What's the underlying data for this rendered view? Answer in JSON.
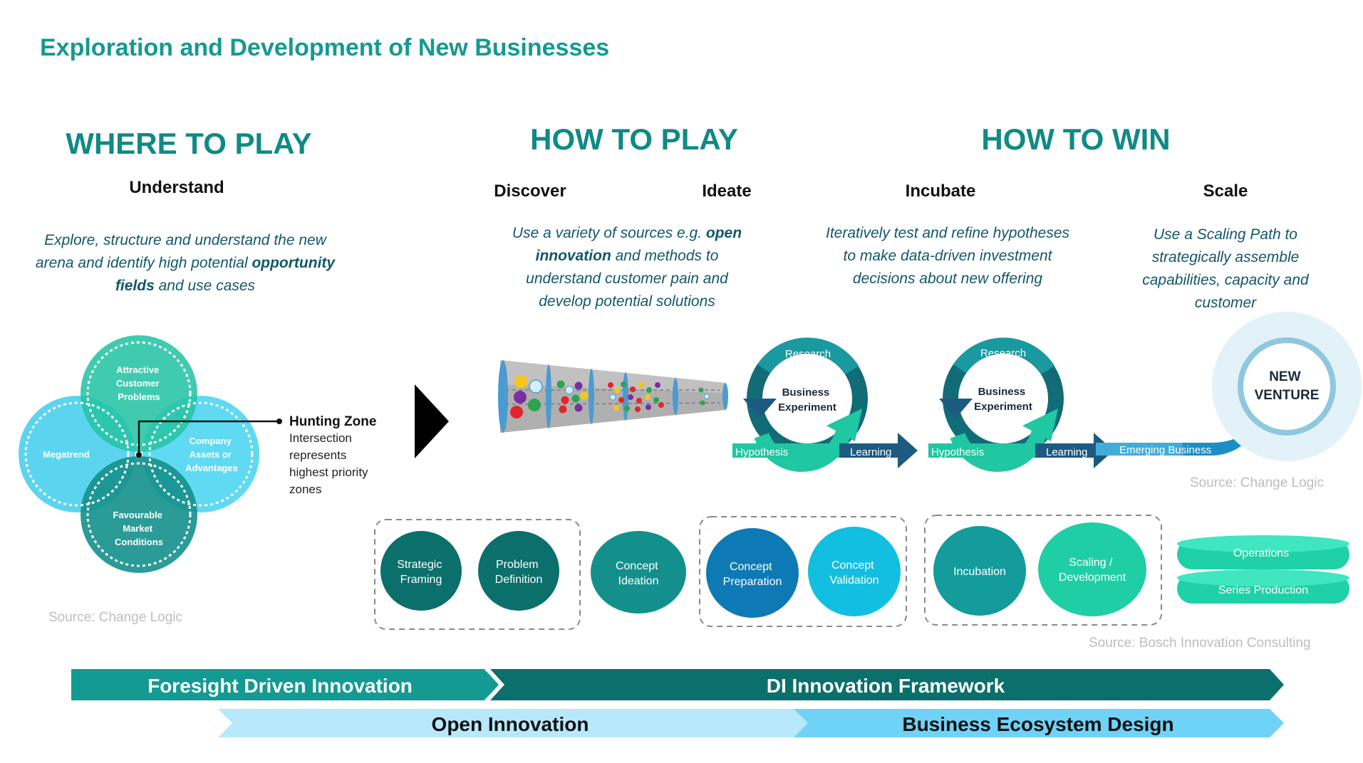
{
  "title": "Exploration and Development of New Businesses",
  "phases": {
    "where_to_play": "WHERE TO PLAY",
    "how_to_play": "HOW TO PLAY",
    "how_to_win": "HOW TO WIN"
  },
  "steps": {
    "understand": "Understand",
    "discover": "Discover",
    "ideate": "Ideate",
    "incubate": "Incubate",
    "scale": "Scale"
  },
  "descriptions": {
    "understand": {
      "line1": "Explore, structure and understand the new",
      "line2a": "arena and identify high potential ",
      "line2b": "opportunity",
      "line3a": "fields",
      "line3b": " and use cases"
    },
    "discover": {
      "line1a": "Use a variety of sources e.g. ",
      "line1b": "open",
      "line2a": "innovation",
      "line2b": " and methods to",
      "line3": "understand customer pain and",
      "line4": "develop potential solutions"
    },
    "incubate": {
      "line1": "Iteratively test and refine hypotheses",
      "line2": "to make data-driven investment",
      "line3": "decisions about new offering"
    },
    "scale": {
      "line1": "Use a Scaling Path to",
      "line2": "strategically assemble",
      "line3": "capabilities, capacity and",
      "line4": "customer"
    }
  },
  "venn": {
    "top": [
      "Attractive",
      "Customer",
      "Problems"
    ],
    "left": "Megatrend",
    "right": [
      "Company",
      "Assets or",
      "Advantages"
    ],
    "bottom": [
      "Favourable",
      "Market",
      "Conditions"
    ]
  },
  "hunting_zone": {
    "title": "Hunting Zone",
    "lines": [
      "Intersection",
      "represents",
      "highest priority",
      "zones"
    ]
  },
  "cycle": {
    "research": "Research",
    "center": [
      "Business",
      "Experiment"
    ],
    "hypothesis": "Hypothesis",
    "learning": "Learning"
  },
  "emerging_business": "Emerging Business",
  "new_venture": [
    "NEW",
    "VENTURE"
  ],
  "sources": {
    "venn": "Source: Change Logic",
    "venture": "Source: Change Logic",
    "bosch": "Source: Bosch Innovation Consulting"
  },
  "stages": [
    [
      "Strategic",
      "Framing"
    ],
    [
      "Problem",
      "Definition"
    ],
    [
      "Concept",
      "Ideation"
    ],
    [
      "Concept",
      "Preparation"
    ],
    [
      "Concept",
      "Validation"
    ],
    [
      "Incubation"
    ],
    [
      "Scaling /",
      "Development"
    ]
  ],
  "ops": {
    "operations": "Operations",
    "series": "Series Production"
  },
  "bands": {
    "foresight": "Foresight Driven Innovation",
    "di": "DI Innovation Framework",
    "open": "Open Innovation",
    "ecosystem": "Business Ecosystem Design"
  },
  "colors": {
    "teal_title": "#139a93",
    "dark_teal": "#0b6f6b",
    "mid_teal": "#14908c",
    "green_teal": "#1fc7a2",
    "cyan": "#43cfea",
    "navy": "#1d5a80",
    "light_blue": "#b8e8fb",
    "sky_blue": "#6fd2f7"
  }
}
